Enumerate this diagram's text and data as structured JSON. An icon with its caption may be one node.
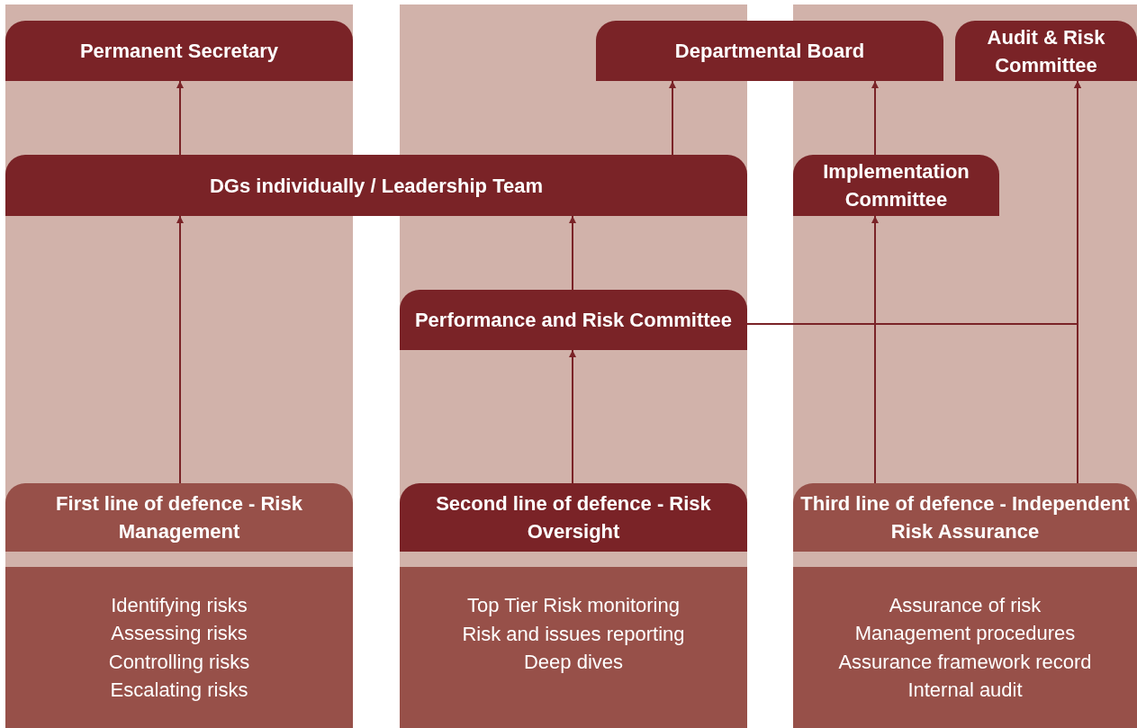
{
  "diagram": {
    "nodes": [
      {
        "text": [
          "Permanent Secretary"
        ]
      },
      {
        "text": [
          "Departmental Board"
        ]
      },
      {
        "text": [
          "Audit & Risk Committee"
        ]
      },
      {
        "text": [
          "DGs individually / Leadership Team"
        ]
      },
      {
        "text": [
          "Implementation Committee"
        ]
      },
      {
        "text": [
          "Performance and Risk Committee"
        ]
      },
      {
        "text": [
          "First line of defence - Risk Management"
        ]
      },
      {
        "text": [
          "Second line of defence - Risk Oversight"
        ]
      },
      {
        "text": [
          "Third line of defence - Independent Risk Assurance"
        ]
      },
      {
        "text": [
          "Identifying risks",
          "Assessing risks",
          "Controlling risks",
          "Escalating risks"
        ]
      },
      {
        "text": [
          "Top Tier Risk monitoring",
          "Risk and issues reporting",
          "Deep dives"
        ]
      },
      {
        "text": [
          "Assurance of risk",
          "Management procedures",
          "Assurance framework record",
          "Internal audit"
        ]
      }
    ],
    "edges": [
      {
        "from": 6,
        "to": 3,
        "arrow": "to"
      },
      {
        "from": 3,
        "to": 0,
        "arrow": "to"
      },
      {
        "from": 3,
        "to": 1,
        "arrow": "to"
      },
      {
        "from": 7,
        "to": 5,
        "arrow": "to"
      },
      {
        "from": 5,
        "to": 3,
        "arrow": "to"
      },
      {
        "from": 8,
        "to": 4,
        "arrow": "to"
      },
      {
        "from": 4,
        "to": 1,
        "arrow": "to"
      },
      {
        "from": 8,
        "to": 2,
        "arrow": "to"
      },
      {
        "from": 5,
        "to": 2,
        "arrow": "to"
      }
    ]
  }
}
